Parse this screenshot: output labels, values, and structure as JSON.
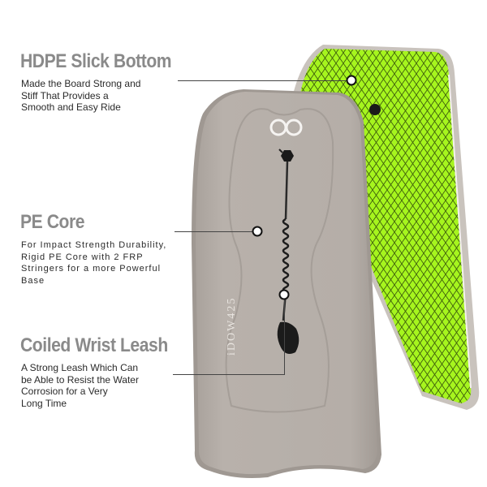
{
  "features": [
    {
      "title": "HDPE Slick Bottom",
      "description_lines": [
        "Made the Board Strong and",
        "Stiff That Provides a",
        "Smooth and Easy Ride"
      ]
    },
    {
      "title": "PE Core",
      "description_lines": [
        "For Impact Strength Durability,",
        "Rigid PE Core with 2 FRP",
        "Stringers for a more Powerful",
        "Base"
      ]
    },
    {
      "title": "Coiled Wrist Leash",
      "description_lines": [
        "A Strong Leash Which Can",
        "be Able to Resist the Water",
        "Corrosion for a Very",
        "Long Time"
      ]
    }
  ],
  "product": {
    "board_print": "iDOW425",
    "logo_icon": "infinity-logo-icon"
  },
  "colors": {
    "heading": "#8a8a8a",
    "board_deck": "#b3aca6",
    "board_bottom_green": "#aaff22",
    "mesh_lines": "#4a6a10"
  }
}
